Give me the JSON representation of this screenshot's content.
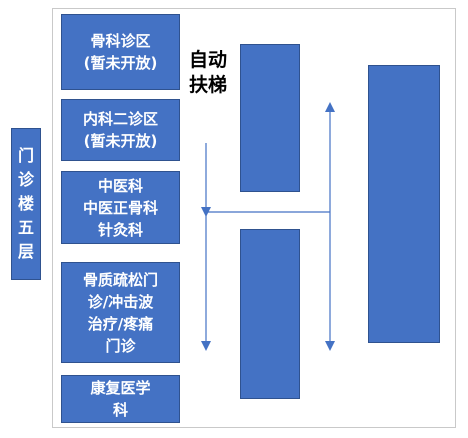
{
  "floor_label": "门\n诊\n楼\n五\n层",
  "rooms": [
    {
      "label": "骨科诊区\n(暂未开放)"
    },
    {
      "label": "内科二诊区\n(暂未开放)"
    },
    {
      "label": "中医科\n中医正骨科\n针灸科"
    },
    {
      "label": "骨质疏松门\n诊/冲击波\n治疗/疼痛\n门诊"
    },
    {
      "label": "康复医学\n科"
    }
  ],
  "escalator_label": "自动\n扶梯",
  "colors": {
    "box_fill": "#4472c4",
    "box_border": "#2f528f",
    "box_text": "#ffffff",
    "path_line": "#4472c4"
  }
}
